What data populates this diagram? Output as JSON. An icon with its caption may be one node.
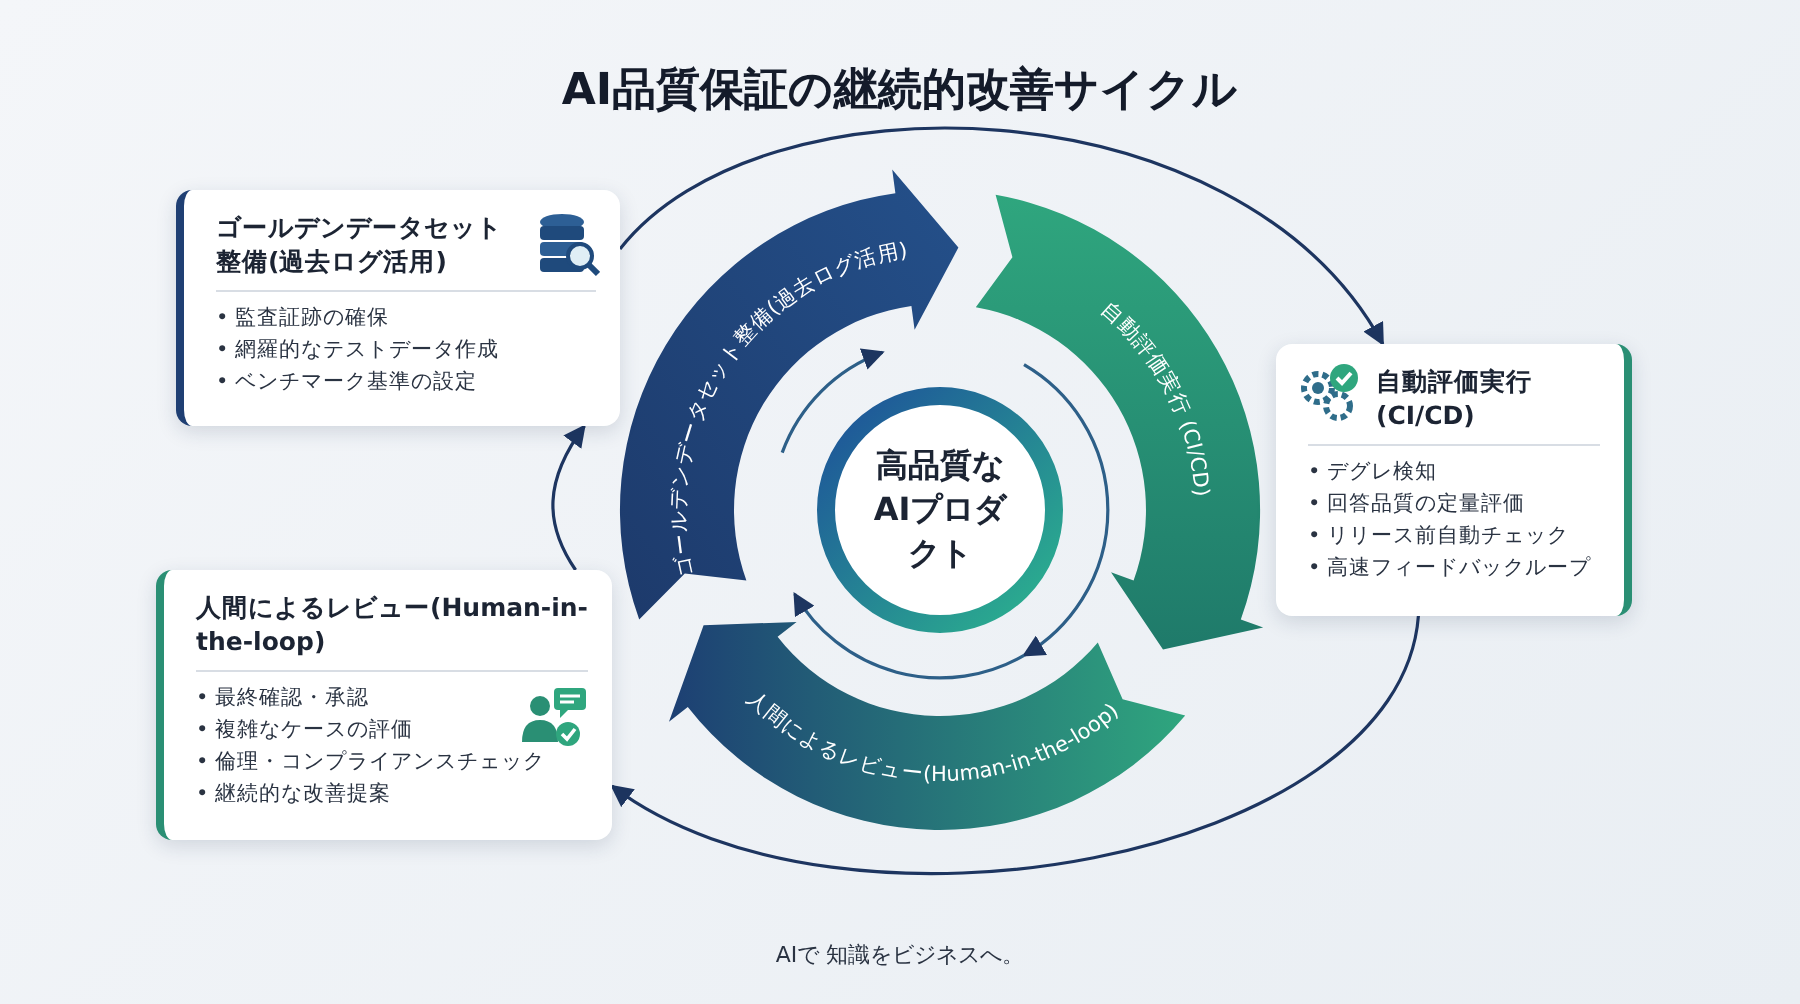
{
  "diagram": {
    "title": "AI品質保証の継続的改善サイクル",
    "nodes": [
      {
        "text": [
          "ゴールデンデータセット整備(過去ログ活用)",
          "• 監査証跡の確保",
          "• 網羅的なテストデータ作成",
          "• ベンチマーク基準の設定"
        ]
      },
      {
        "text": [
          "自動評価実行(CI/CD)",
          "• デグレ検知",
          "• 回答品質の定量評価",
          "• リリース前自動チェック",
          "• 高速フィードバックループ"
        ]
      },
      {
        "text": [
          "人間によるレビュー(Human-in-the-loop)",
          "• 最終確認・承認",
          "• 複雑なケースの評価",
          "• 倫理・コンプライアンスチェック",
          "• 継続的な改善提案"
        ]
      },
      {
        "text": [
          "高品質なAIプロダクト"
        ]
      },
      {
        "text": [
          "ゴールデンデータセット整備(過去ログ活用)"
        ]
      },
      {
        "text": [
          "自動評価実行 (CI/CD)"
        ]
      },
      {
        "text": [
          "人間によるレビュー(Human-in-the-loop)"
        ]
      }
    ],
    "edges": [
      {
        "from": 0,
        "to": 1,
        "arrow": "to"
      },
      {
        "from": 1,
        "to": 2,
        "arrow": "to"
      },
      {
        "from": 2,
        "to": 0,
        "arrow": "to"
      }
    ],
    "labels": [
      "AIで 知識をビジネスへ。"
    ]
  }
}
